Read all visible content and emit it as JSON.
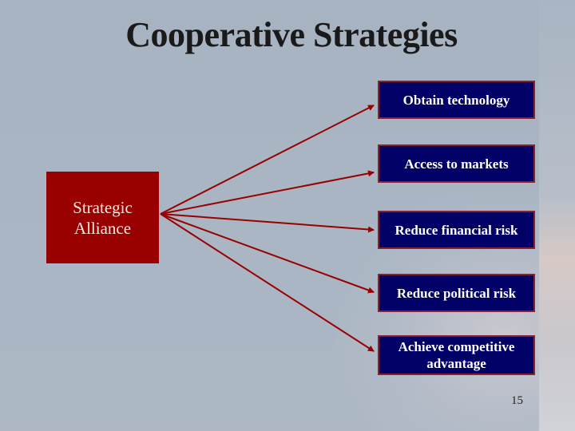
{
  "slide": {
    "title": "Cooperative Strategies",
    "page_number": "15"
  },
  "diagram": {
    "source": {
      "line1": "Strategic",
      "line2": "Alliance",
      "color": "#990000"
    },
    "targets": [
      {
        "label": "Obtain technology"
      },
      {
        "label": "Access to markets"
      },
      {
        "label": "Reduce financial risk"
      },
      {
        "label": "Reduce political risk"
      },
      {
        "label": "Achieve competitive advantage"
      }
    ],
    "target_color": "#000066",
    "arrow_color": "#990000"
  }
}
